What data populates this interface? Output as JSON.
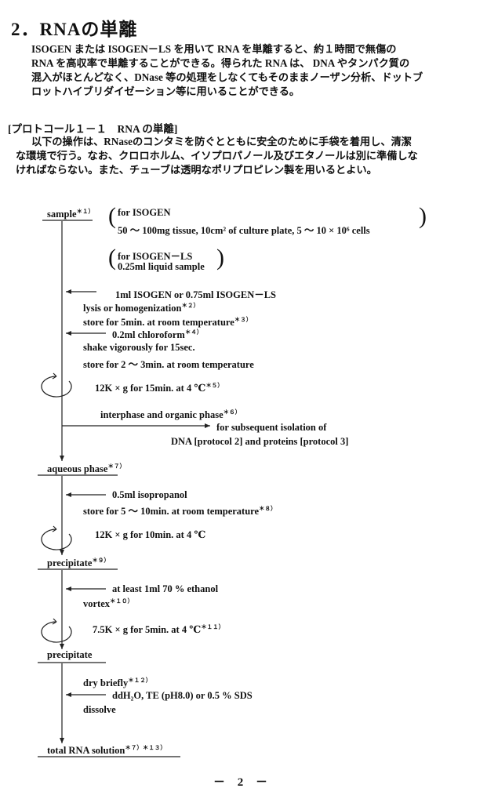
{
  "section": {
    "heading": "2．RNAの単離",
    "intro_lines": [
      "ISOGEN または ISOGEN－LS を用いて RNA を単離すると、約１時間で無傷の",
      "RNA を高収率で単離することができる。得られた RNA は、 DNA やタンパク質の",
      "混入がほとんどなく、DNase 等の処理をしなくてもそのままノーザン分析、ドットブ",
      "ロットハイブリダイゼーション等に用いることができる。"
    ]
  },
  "protocol": {
    "title": "[プロトコール１－１　RNA の単離]",
    "note_lines": [
      "以下の操作は、RNaseのコンタミを防ぐとともに安全のために手袋を着用し、清潔",
      "な環境で行う。なお、クロロホルム、イソプロパノール及びエタノールは別に準備しな",
      "ければならない。また、チューブは透明なポリプロピレン製を用いるとよい。"
    ]
  },
  "flow": {
    "sample": {
      "label": "sample",
      "note": "＊１）"
    },
    "isogen_box": {
      "line1": "for ISOGEN",
      "line2": "50 ～ 100mg tissue, 10cm² of culture plate, 5 ～ 10 × 10⁶ cells"
    },
    "isogen_ls_box": {
      "line1": "for ISOGEN－LS",
      "line2": "0.25ml liquid sample"
    },
    "step1": {
      "add": "1ml  ISOGEN or 0.75ml  ISOGEN－LS",
      "lysis": "lysis or homogenization",
      "lysis_note": "＊２）",
      "store": "store for 5min. at room temperature",
      "store_note": "＊３）",
      "chloroform": "0.2ml  chloroform",
      "chloroform_note": "＊４）",
      "shake": "shake vigorously for 15sec.",
      "store2": "store for  2 ～ 3min. at room temperature"
    },
    "spin1": {
      "label": "12K × g for 15min. at 4 ℃",
      "note": "＊５）"
    },
    "interphase": {
      "label": "interphase and organic phase",
      "note": "＊６）"
    },
    "subsequent": {
      "line1": "for subsequent isolation of",
      "line2": "DNA [protocol 2]  and proteins [protocol 3]"
    },
    "aqueous": {
      "label": "aqueous phase",
      "note": "＊７）"
    },
    "step2": {
      "add": "0.5ml isopropanol",
      "store": "store for  5 ～ 10min. at room temperature",
      "store_note": "＊８）"
    },
    "spin2": {
      "label": "12K × g for 10min. at 4 ℃"
    },
    "precipitate1": {
      "label": "precipitate",
      "note": "＊９）"
    },
    "step3": {
      "add": "at least 1ml 70 % ethanol",
      "vortex": "vortex",
      "vortex_note": "＊１０）"
    },
    "spin3": {
      "label": "7.5K × g for 5min. at 4 ℃",
      "note": "＊１１）"
    },
    "precipitate2": {
      "label": "precipitate"
    },
    "step4": {
      "dry": "dry briefly",
      "dry_note": "＊１２）",
      "add": "ddH₂O, TE  (pH8.0)  or 0.5 %  SDS",
      "dissolve": "dissolve"
    },
    "total": {
      "label": "total RNA solution",
      "note": "＊７）＊１３）"
    }
  },
  "page_number": "－ 2 －",
  "icons": [
    "left-arrow-icon",
    "right-arrow-icon",
    "centrifuge-rotation-icon",
    "down-arrow-icon"
  ]
}
